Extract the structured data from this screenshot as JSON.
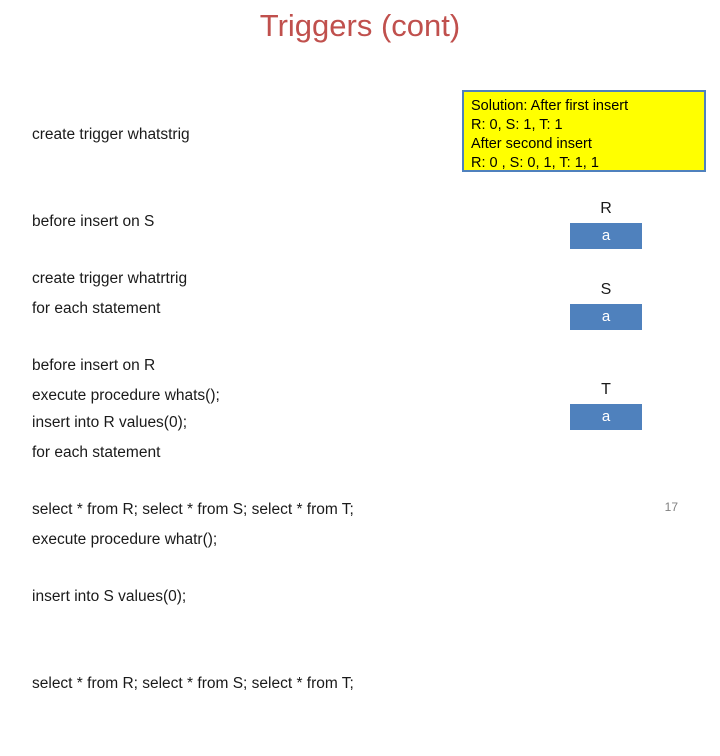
{
  "slide": {
    "title": "Triggers (cont)",
    "page_number": "17",
    "code_blocks": [
      {
        "name": "trigger-whatstrig",
        "lines": [
          "create trigger whatstrig",
          "before insert on S",
          "for each statement",
          "execute procedure whats();"
        ]
      },
      {
        "name": "trigger-whatrtrig",
        "lines": [
          "create trigger whatrtrig",
          "before insert on R",
          "for each statement",
          "execute procedure whatr();"
        ]
      },
      {
        "name": "sql-statements",
        "lines": [
          "insert into R values(0);",
          "select * from R; select * from S; select * from T;",
          "insert into S values(0);",
          "select * from R; select * from S; select * from T;"
        ]
      }
    ],
    "solution_box": {
      "lines": [
        "Solution: After first insert",
        "R: 0, S: 1, T: 1",
        "After second insert",
        "R: 0 , S: 0, 1, T: 1, 1"
      ],
      "background_color": "#ffff00",
      "border_color": "#4f81bd"
    },
    "result_tables": [
      {
        "header": "R",
        "cell": "a"
      },
      {
        "header": "S",
        "cell": "a"
      },
      {
        "header": "T",
        "cell": "a"
      }
    ]
  }
}
